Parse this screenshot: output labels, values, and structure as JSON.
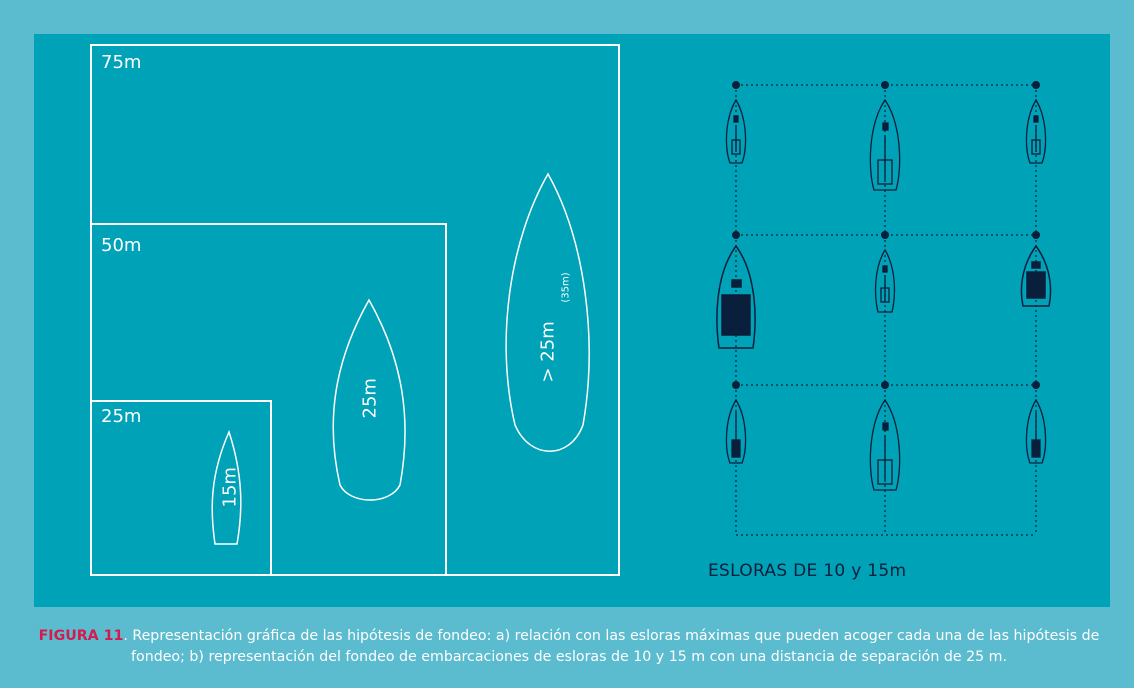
{
  "diagram_left": {
    "squares": [
      {
        "label": "75m"
      },
      {
        "label": "50m"
      },
      {
        "label": "25m"
      }
    ],
    "boats": [
      {
        "label": "15m"
      },
      {
        "label": "25m"
      },
      {
        "label": "> 25m",
        "sublabel": "(35m)"
      }
    ]
  },
  "diagram_right": {
    "title": "ESLORAS DE 10 y 15m"
  },
  "caption": {
    "figure_label": "FIGURA 11",
    "text": ". Representación gráfica de las hipótesis de fondeo: a) relación con las esloras máximas que pueden acoger cada una de las hipótesis de fondeo; b) representación del fondeo de embarcaciones de esloras de 10 y 15 m con una distancia de separación de 25 m."
  },
  "colors": {
    "outer_background": "#5bbcd0",
    "panel_background": "#00a2b8",
    "line": "#ffffff",
    "dark": "#0a1f3b",
    "figure_label": "#d41a4e"
  }
}
